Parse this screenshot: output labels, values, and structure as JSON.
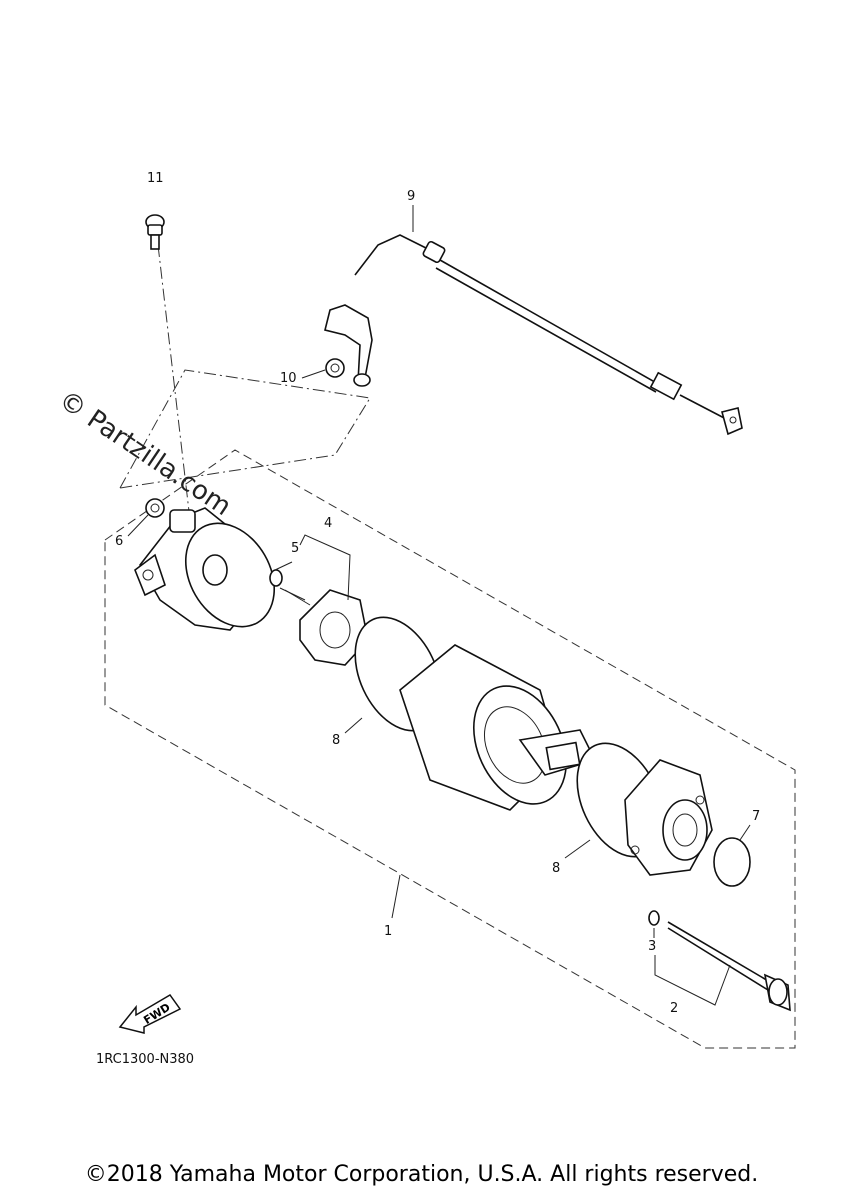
{
  "callouts": {
    "c1": "1",
    "c2": "2",
    "c3": "3",
    "c4": "4",
    "c5": "5",
    "c6": "6",
    "c7": "7",
    "c8a": "8",
    "c8b": "8",
    "c9": "9",
    "c10": "10",
    "c11": "11"
  },
  "watermark": "© Partzilla.com",
  "fwd_label": "FWD",
  "diagram_code": "1RC1300-N380",
  "copyright": "©2018 Yamaha Motor Corporation, U.S.A. All rights reserved."
}
